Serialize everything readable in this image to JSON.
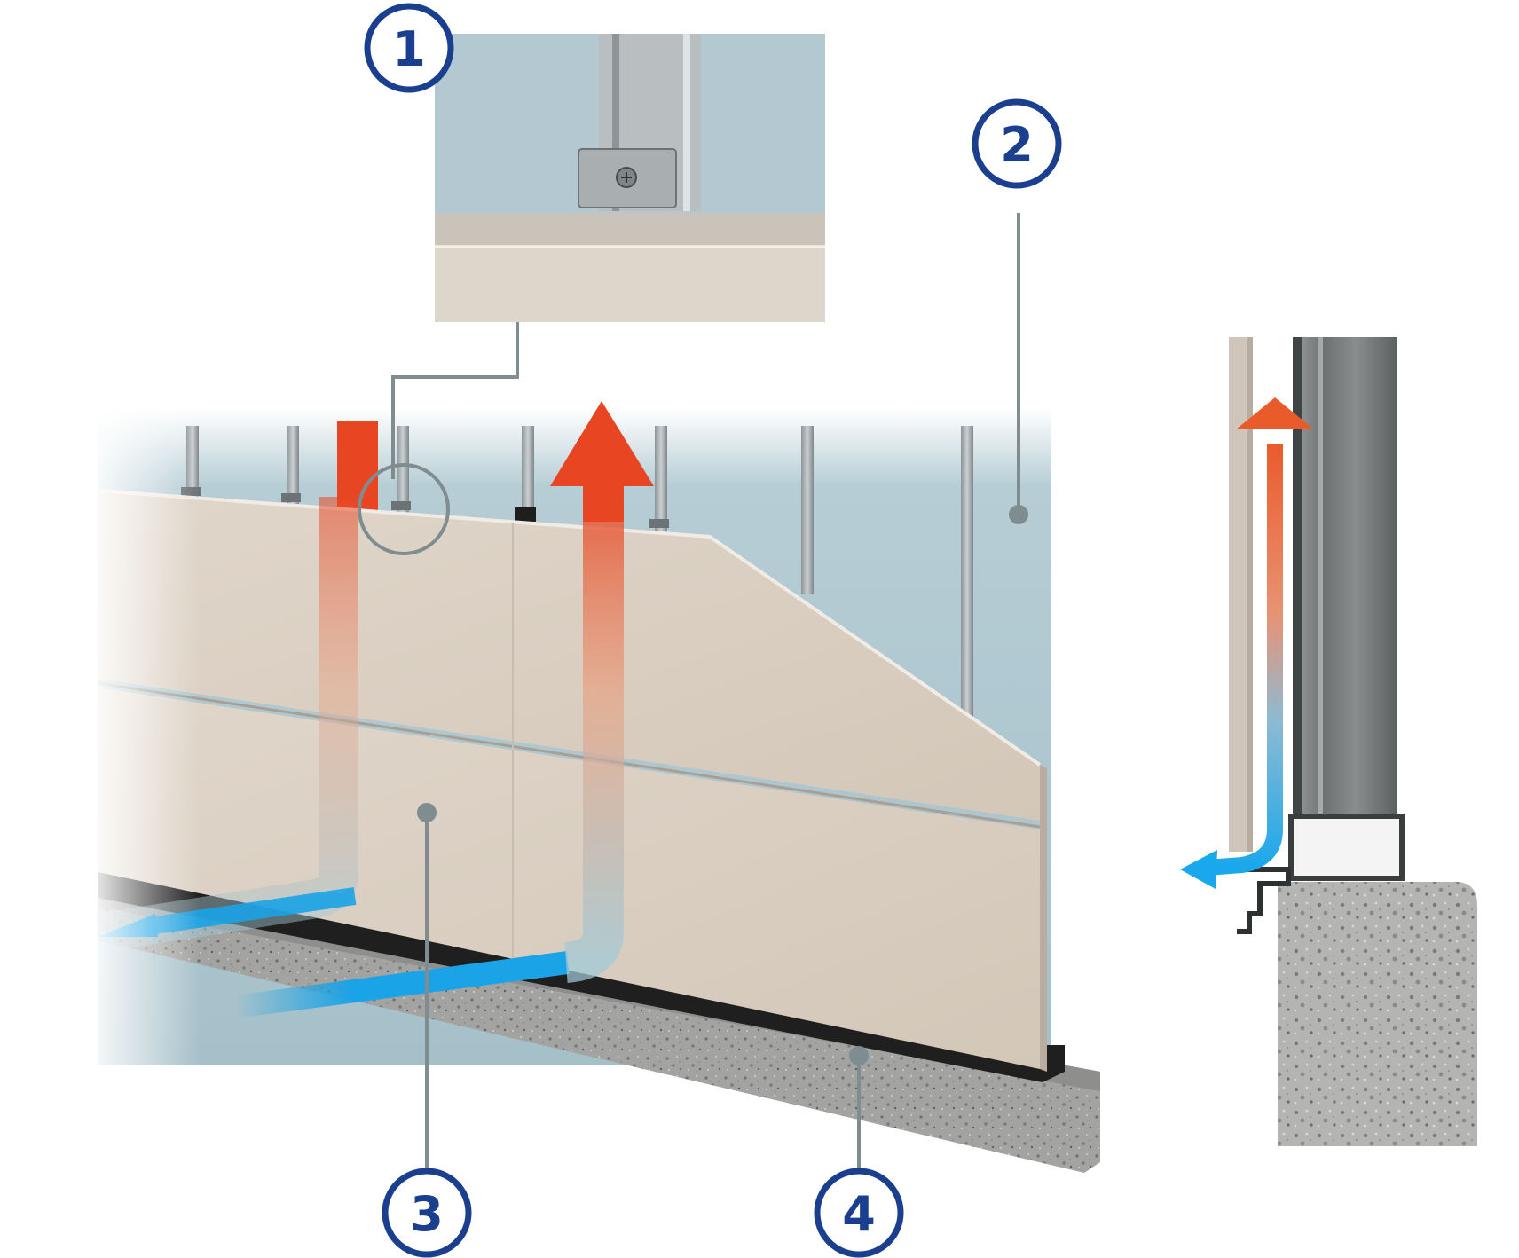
{
  "callouts": [
    {
      "id": "1",
      "label": "1"
    },
    {
      "id": "2",
      "label": "2"
    },
    {
      "id": "3",
      "label": "3"
    },
    {
      "id": "4",
      "label": "4"
    }
  ],
  "colors": {
    "callout_ring": "#1b3f8f",
    "leader_line": "#7f8d90",
    "panel": "#d8cdc0",
    "membrane": "#a9c3cc",
    "warm_air": "#e8472a",
    "cool_air": "#1aa3e6",
    "concrete": "#9c9c9a",
    "rail": "#222222"
  },
  "icons": [
    "hot-air-up-arrow",
    "cool-air-in-arrow",
    "detail-magnifier-circle"
  ]
}
